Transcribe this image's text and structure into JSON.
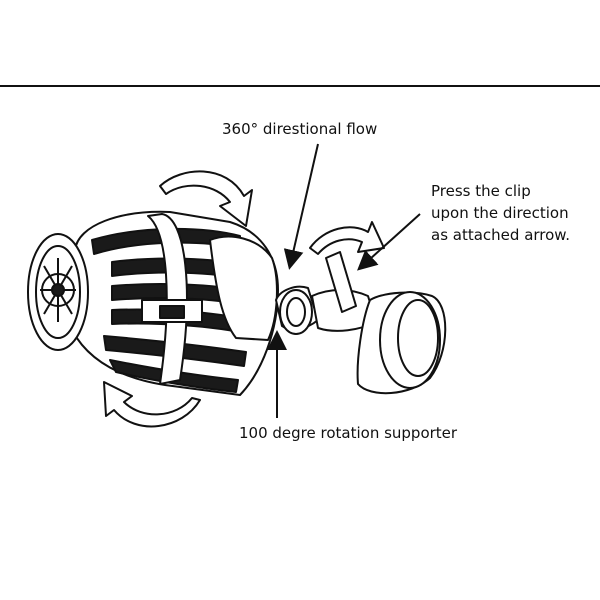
{
  "labels": {
    "flow": "360° direstional flow",
    "clip_line1": "Press the clip",
    "clip_line2": "upon the direction",
    "clip_line3": "as attached arrow.",
    "rotation": "100 degre rotation supporter"
  },
  "colors": {
    "line": "#111111",
    "fill_dark": "#1a1a1a",
    "fill_light": "#ffffff"
  }
}
